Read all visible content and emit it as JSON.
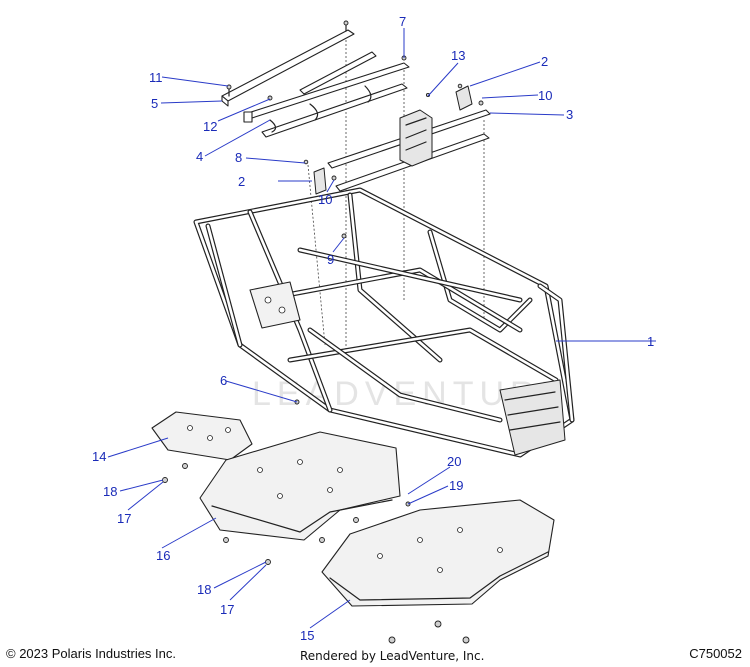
{
  "diagram": {
    "watermark_text": "LEADVENTURE",
    "callouts": [
      "1",
      "2",
      "2",
      "3",
      "4",
      "5",
      "6",
      "7",
      "8",
      "9",
      "10",
      "10",
      "11",
      "12",
      "13",
      "14",
      "15",
      "16",
      "17",
      "17",
      "18",
      "18",
      "19",
      "20"
    ],
    "callout_color": "#1a2bb8"
  },
  "footer": {
    "copyright": "© 2023 Polaris Industries Inc.",
    "rendered_by": "Rendered by LeadVenture, Inc.",
    "diagram_code": "C750052"
  }
}
